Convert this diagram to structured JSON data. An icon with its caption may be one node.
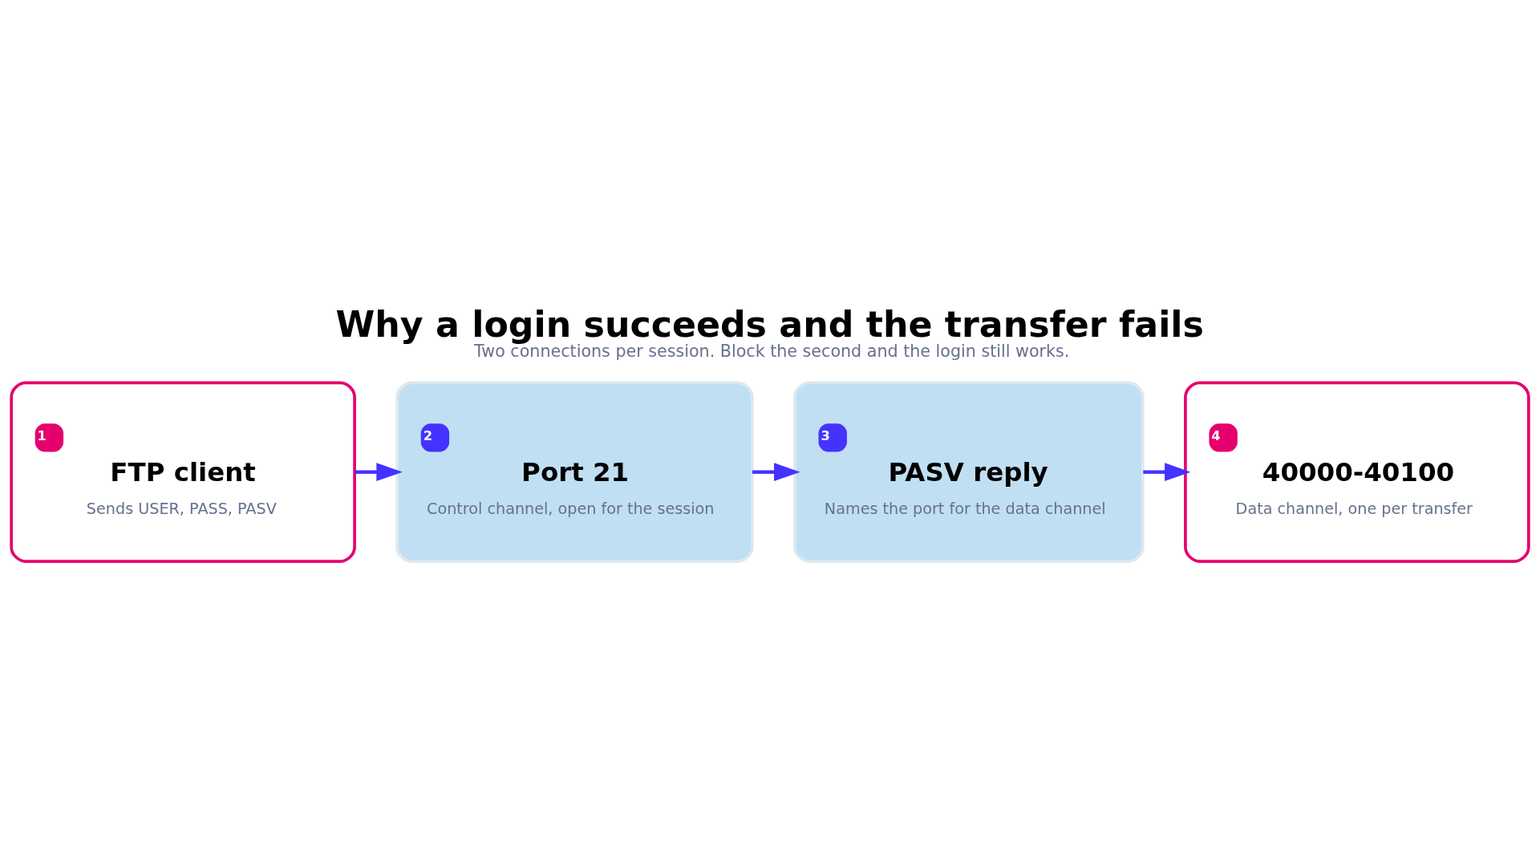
{
  "diagram": {
    "title": "Why a login succeeds and the transfer fails",
    "caption": "Two connections per session. Block the second and the login still works.",
    "nodes": [
      {
        "text": [
          "1",
          "FTP client",
          "Sends USER, PASS, PASV"
        ]
      },
      {
        "text": [
          "2",
          "Port 21",
          "Control channel, open for the session"
        ]
      },
      {
        "text": [
          "3",
          "PASV reply",
          "Names the port for the data channel"
        ]
      },
      {
        "text": [
          "4",
          "40000-40100",
          "Data channel, one per transfer"
        ]
      }
    ],
    "edges": [
      {
        "from": 0,
        "to": 1,
        "arrow": "to"
      },
      {
        "from": 1,
        "to": 2,
        "arrow": "to"
      },
      {
        "from": 2,
        "to": 3,
        "arrow": "to"
      }
    ]
  }
}
